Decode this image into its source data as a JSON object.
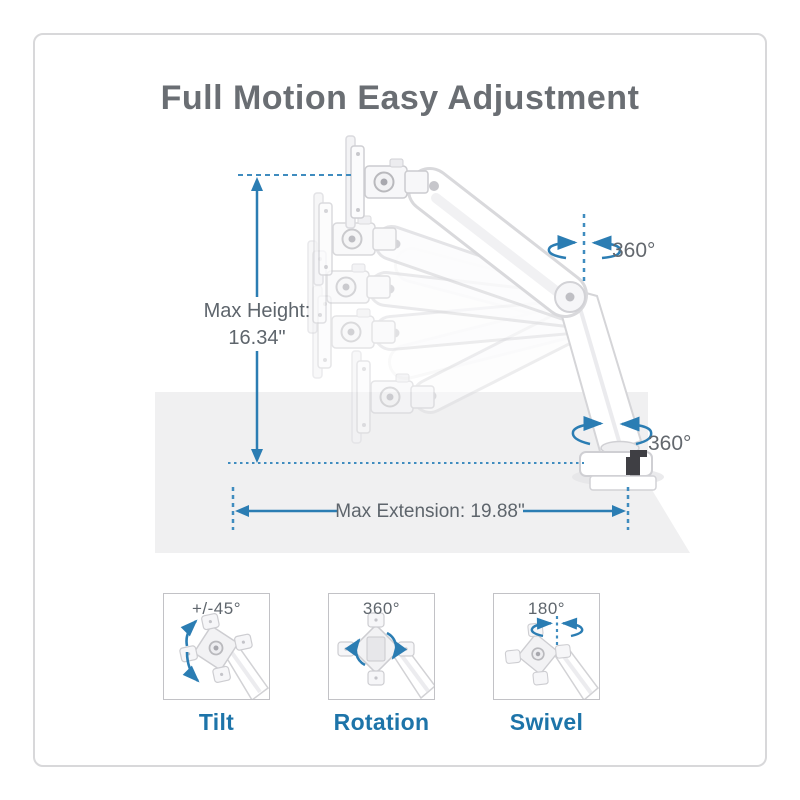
{
  "title": "Full Motion Easy Adjustment",
  "colors": {
    "accent_blue": "#2b7db3",
    "dashed_blue": "#3f8cbf",
    "label_gray": "#5e656c",
    "title_gray": "#6a6e73",
    "feature_label_blue": "#1d74a9",
    "desk_gray": "#f0f0f1",
    "arm_outline_gray": "#d9d9dc"
  },
  "diagram": {
    "max_height_line1": "Max Height:",
    "max_height_line2": "16.34\"",
    "max_extension": "Max Extension: 19.88\"",
    "rotation_top": "360°",
    "rotation_base": "360°"
  },
  "features": [
    {
      "degree": "+/-45°",
      "label": "Tilt"
    },
    {
      "degree": "360°",
      "label": "Rotation"
    },
    {
      "degree": "180°",
      "label": "Swivel"
    }
  ]
}
